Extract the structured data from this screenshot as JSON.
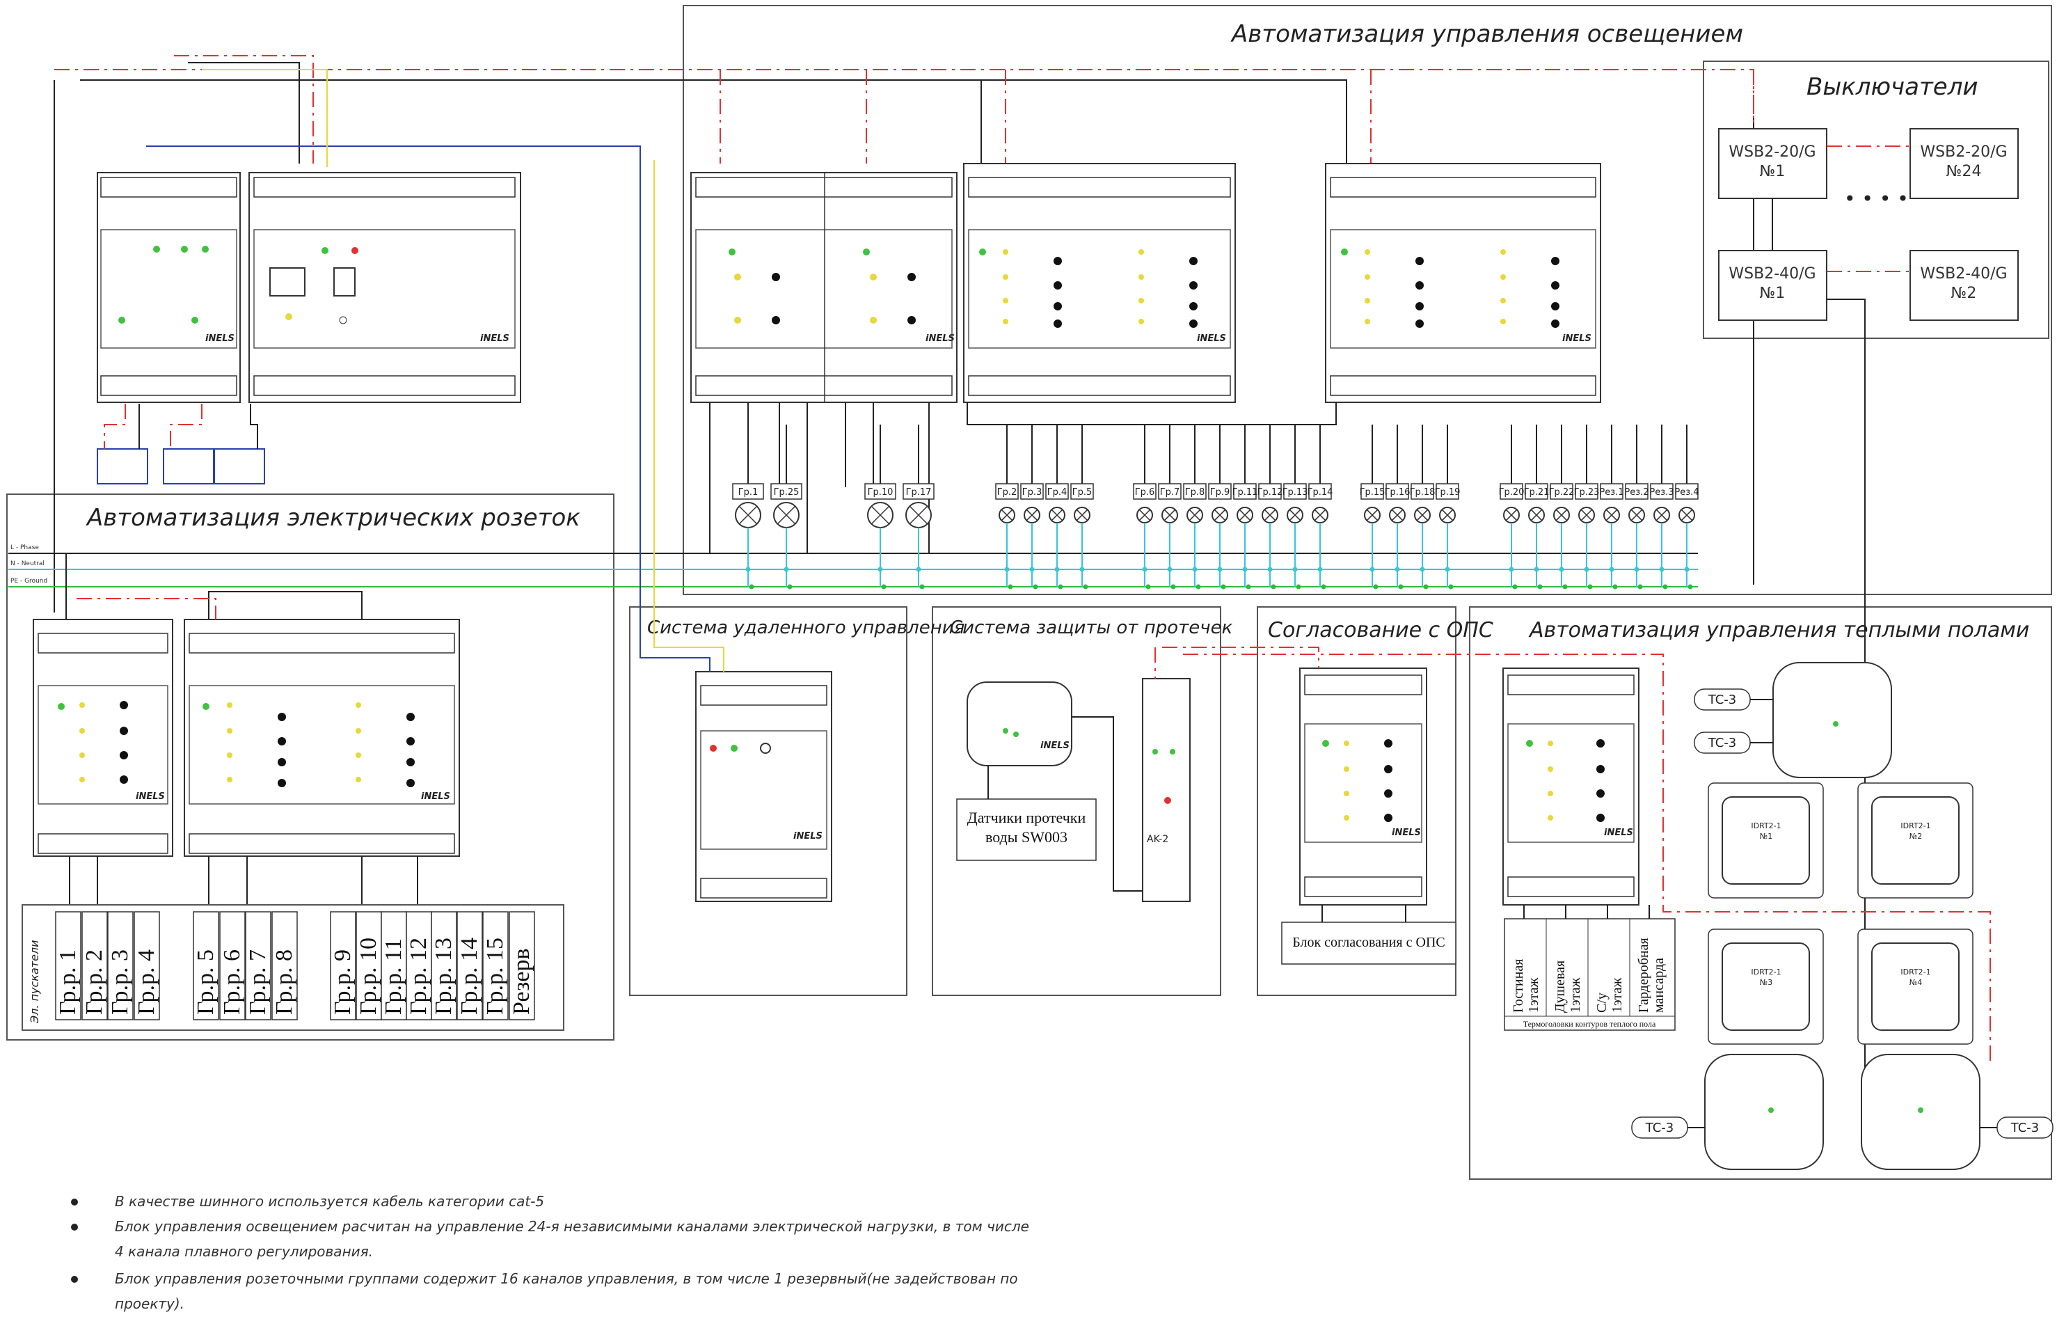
{
  "sections": {
    "lighting": "Автоматизация управления освещением",
    "switches": "Выключатели",
    "sockets": "Автоматизация электрических розеток",
    "remote": "Система удаленного управления",
    "leak": "Система защиты от протечек",
    "ops": "Согласование с ОПС",
    "floor": "Автоматизация управления теплыми полами"
  },
  "switches": {
    "sw1": [
      "WSB2-20/G",
      "№1"
    ],
    "sw2": [
      "WSB2-20/G",
      "№24"
    ],
    "sw3": [
      "WSB2-40/G",
      "№1"
    ],
    "sw4": [
      "WSB2-40/G",
      "№2"
    ],
    "dots": "• • • •"
  },
  "bus_labels": {
    "l": "L - Phase",
    "n": "N - Neutral",
    "pe": "PE - Ground"
  },
  "brand": "iNELS",
  "lighting_groups": {
    "left": [
      "Гр.1",
      "Гр.25",
      "Гр.10",
      "Гр.17"
    ],
    "mid1": [
      "Гр.2",
      "Гр.3",
      "Гр.4",
      "Гр.5"
    ],
    "mid2": [
      "Гр.6",
      "Гр.7",
      "Гр.8",
      "Гр.9",
      "Гр.11",
      "Гр.12",
      "Гр.13",
      "Гр.14"
    ],
    "right1": [
      "Гр.15",
      "Гр.16",
      "Гр.18",
      "Гр.19"
    ],
    "right2": [
      "Гр.20",
      "Гр.21",
      "Гр.22",
      "Гр.23",
      "Рез.1",
      "Рез.2",
      "Рез.3",
      "Рез.4"
    ]
  },
  "sockets": {
    "contactor": "Эл. пускатели",
    "groups": [
      "Гр.р. 1",
      "Гр.р. 2",
      "Гр.р. 3",
      "Гр.р. 4",
      "Гр.р. 5",
      "Гр.р. 6",
      "Гр.р. 7",
      "Гр.р. 8",
      "Гр.р. 9",
      "Гр.р. 10",
      "Гр.р. 11",
      "Гр.р. 12",
      "Гр.р. 13",
      "Гр.р. 14",
      "Гр.р. 15",
      "Резерв"
    ]
  },
  "leak": {
    "sensors": "Датчики протечки воды SW003",
    "sensor_line1": "Датчики протечки",
    "sensor_line2": "воды SW003",
    "ak2": "AK-2"
  },
  "ops": {
    "block": "Блок согласования с ОПС"
  },
  "floor": {
    "zones": [
      "Гостиная 1этаж",
      "Душевая 1этаж",
      "С/у 1этаж",
      "Гардеробная мансарда"
    ],
    "zones_split": [
      [
        "Гостиная",
        "1этаж"
      ],
      [
        "Душевая",
        "1этаж"
      ],
      [
        "С/у",
        "1этаж"
      ],
      [
        "Гардеробная",
        "мансарда"
      ]
    ],
    "heads": "Термоголовки контуров теплого пола",
    "tc": "TC-3",
    "thermo": [
      "IDRT2-1 №1",
      "IDRT2-1 №2",
      "IDRT2-1 №3",
      "IDRT2-1 №4"
    ],
    "thermo_name": "IDRT2-1",
    "thermo_num": [
      "№1",
      "№2",
      "№3",
      "№4"
    ]
  },
  "notes": [
    "В качестве шинного используется кабель категории cat-5",
    "Блок управления освещением расчитан на управление 24-я независимыми каналами электрической нагрузки, в том числе",
    "4 канала плавного регулирования.",
    "Блок управления розеточными группами содержит 16 каналов управления, в том числе 1 резервный(не задействован по",
    "проекту)."
  ],
  "colors": {
    "phase": "#e53030",
    "neutral": "#36c6e0",
    "ground": "#35b83a",
    "bus_blue": "#2a3fb0",
    "bus_yellow": "#e8d83a"
  }
}
